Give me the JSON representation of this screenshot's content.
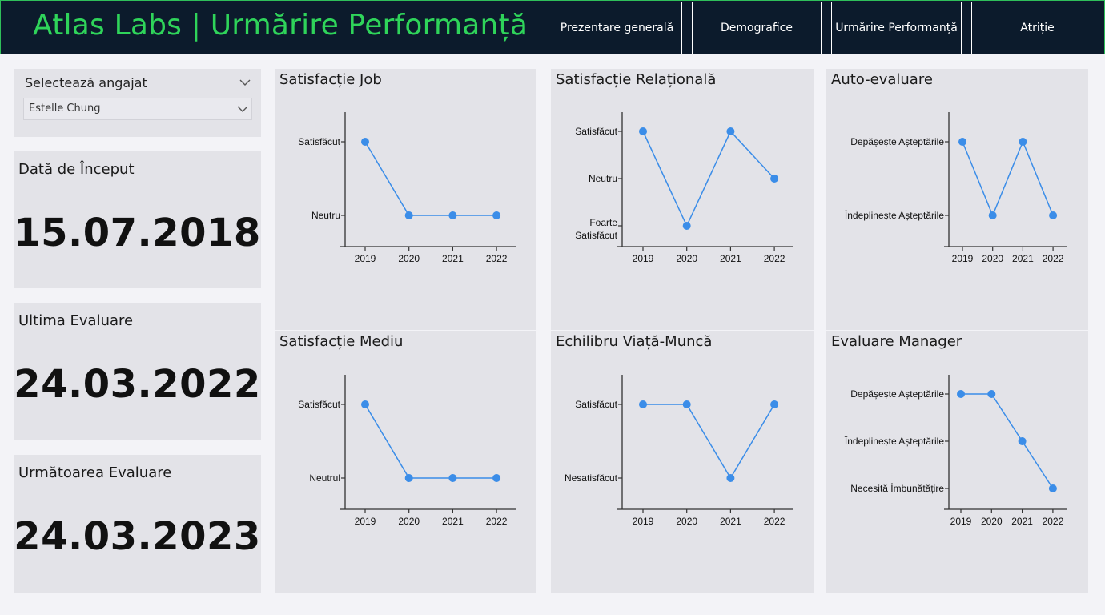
{
  "header": {
    "title": "Atlas Labs | Urmărire Performanță",
    "nav": [
      {
        "label": "Prezentare generală"
      },
      {
        "label": "Demografice"
      },
      {
        "label": "Urmărire Performanță"
      },
      {
        "label": "Atriție"
      }
    ]
  },
  "slicer": {
    "label": "Selectează angajat",
    "value": "Estelle Chung"
  },
  "cards": {
    "start": {
      "label": "Dată de Început",
      "value": "15.07.2018"
    },
    "last": {
      "label": "Ultima Evaluare",
      "value": "24.03.2022"
    },
    "next": {
      "label": "Următoarea Evaluare",
      "value": "24.03.2023"
    }
  },
  "chart_data": [
    {
      "type": "line",
      "title": "Satisfacție Job",
      "categories": [
        "2019",
        "2020",
        "2021",
        "2022"
      ],
      "levels": [
        "Neutru",
        "Satisfăcut"
      ],
      "values": [
        "Satisfăcut",
        "Neutru",
        "Neutru",
        "Neutru"
      ],
      "color": "#3b8de8"
    },
    {
      "type": "line",
      "title": "Satisfacție Relațională",
      "categories": [
        "2019",
        "2020",
        "2021",
        "2022"
      ],
      "levels": [
        "Foarte Satisfăcut",
        "Neutru",
        "Satisfăcut"
      ],
      "values": [
        "Satisfăcut",
        "Foarte Satisfăcut",
        "Satisfăcut",
        "Neutru"
      ],
      "color": "#3b8de8"
    },
    {
      "type": "line",
      "title": "Auto-evaluare",
      "categories": [
        "2019",
        "2020",
        "2021",
        "2022"
      ],
      "levels": [
        "Îndeplinește Așteptările",
        "Depășește Așteptările"
      ],
      "values": [
        "Depășește Așteptările",
        "Îndeplinește Așteptările",
        "Depășește Așteptările",
        "Îndeplinește Așteptările"
      ],
      "color": "#3b8de8"
    },
    {
      "type": "line",
      "title": "Satisfacție Mediu",
      "categories": [
        "2019",
        "2020",
        "2021",
        "2022"
      ],
      "levels": [
        "Neutrul",
        "Satisfăcut"
      ],
      "values": [
        "Satisfăcut",
        "Neutrul",
        "Neutrul",
        "Neutrul"
      ],
      "color": "#3b8de8"
    },
    {
      "type": "line",
      "title": "Echilibru Viață-Muncă",
      "categories": [
        "2019",
        "2020",
        "2021",
        "2022"
      ],
      "levels": [
        "Nesatisfăcut",
        "Satisfăcut"
      ],
      "values": [
        "Satisfăcut",
        "Satisfăcut",
        "Nesatisfăcut",
        "Satisfăcut"
      ],
      "color": "#3b8de8"
    },
    {
      "type": "line",
      "title": "Evaluare Manager",
      "categories": [
        "2019",
        "2020",
        "2021",
        "2022"
      ],
      "levels": [
        "Necesită Îmbunătățire",
        "Îndeplinește Așteptările",
        "Depășește Așteptările"
      ],
      "values": [
        "Depășește Așteptările",
        "Depășește Așteptările",
        "Îndeplinește Așteptările",
        "Necesită Îmbunătățire"
      ],
      "color": "#3b8de8"
    }
  ]
}
